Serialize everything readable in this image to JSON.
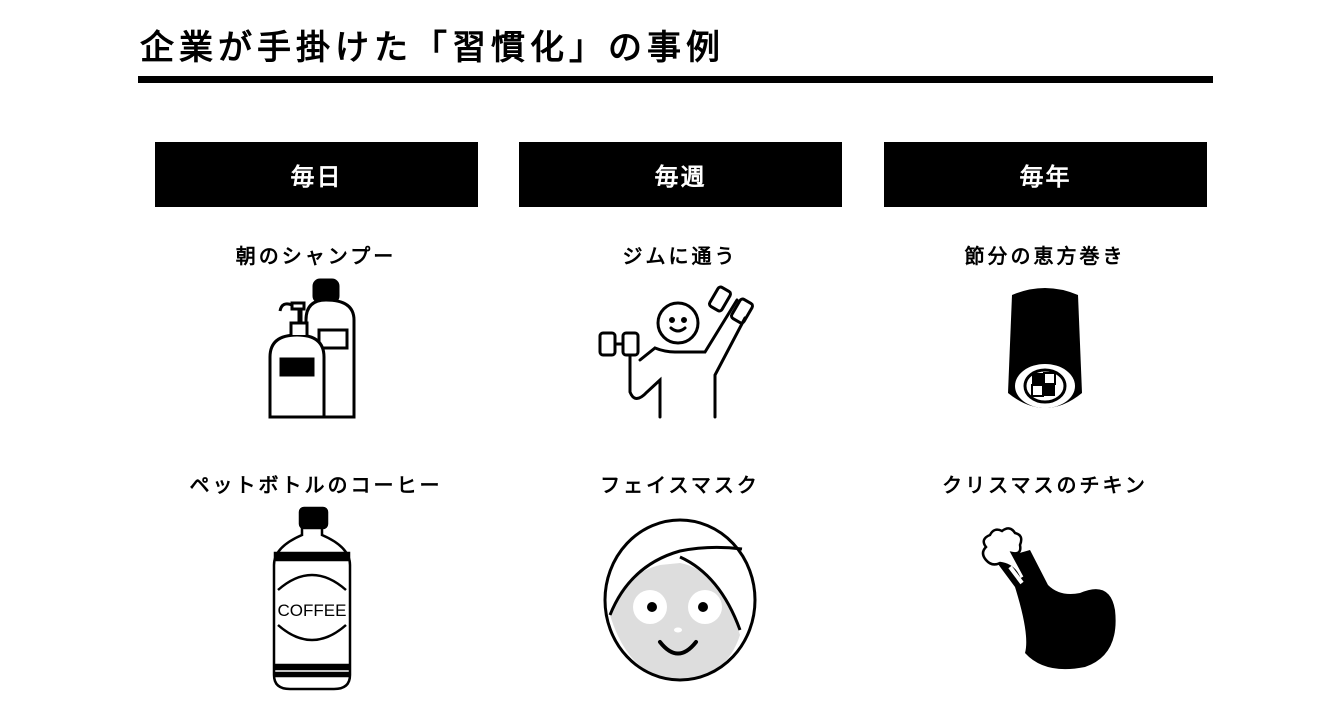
{
  "title": "企業が手掛けた「習慣化」の事例",
  "columns": [
    {
      "header": "毎日",
      "items": [
        {
          "label": "朝のシャンプー",
          "icon": "shampoo-bottles"
        },
        {
          "label": "ペットボトルのコーヒー",
          "icon": "coffee-bottle",
          "icon_text": "COFFEE"
        }
      ]
    },
    {
      "header": "毎週",
      "items": [
        {
          "label": "ジムに通う",
          "icon": "person-dumbbells"
        },
        {
          "label": "フェイスマスク",
          "icon": "face-mask"
        }
      ]
    },
    {
      "header": "毎年",
      "items": [
        {
          "label": "節分の恵方巻き",
          "icon": "ehomaki-roll"
        },
        {
          "label": "クリスマスのチキン",
          "icon": "chicken-leg"
        }
      ]
    }
  ]
}
